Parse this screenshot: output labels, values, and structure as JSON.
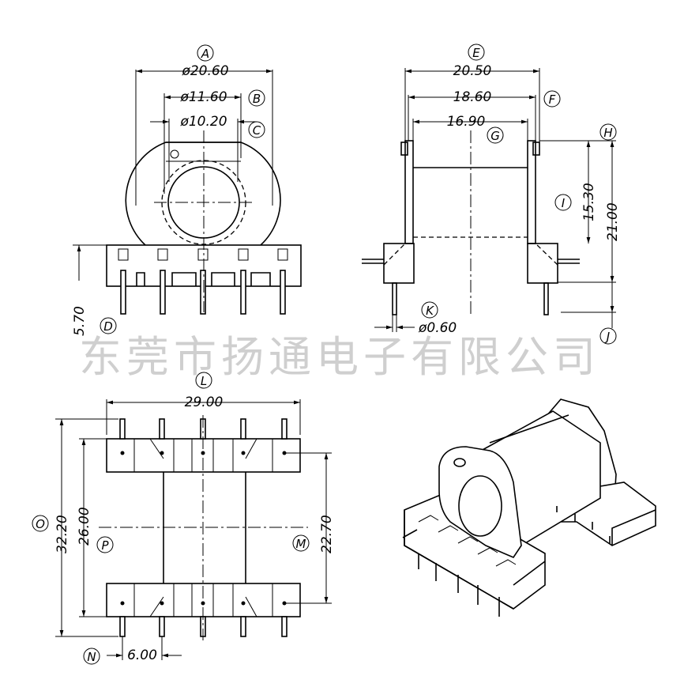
{
  "watermark": "东莞市扬通电子有限公司",
  "front_view": {
    "dims": {
      "A": "ø20.60",
      "B": "ø11.60",
      "C": "ø10.20",
      "D": "5.70"
    },
    "tags": [
      "A",
      "B",
      "C",
      "D"
    ]
  },
  "side_view": {
    "dims": {
      "E": "20.50",
      "F": "18.60",
      "G": "16.90",
      "I": "15.30",
      "H": "21.00",
      "K": "ø0.60"
    },
    "tags": [
      "E",
      "F",
      "G",
      "H",
      "I",
      "J",
      "K"
    ]
  },
  "bottom_view": {
    "dims": {
      "L": "29.00",
      "O": "32.20",
      "P": "26.00",
      "M": "22.70",
      "N": "6.00"
    },
    "tags": [
      "L",
      "M",
      "N",
      "O",
      "P"
    ]
  }
}
